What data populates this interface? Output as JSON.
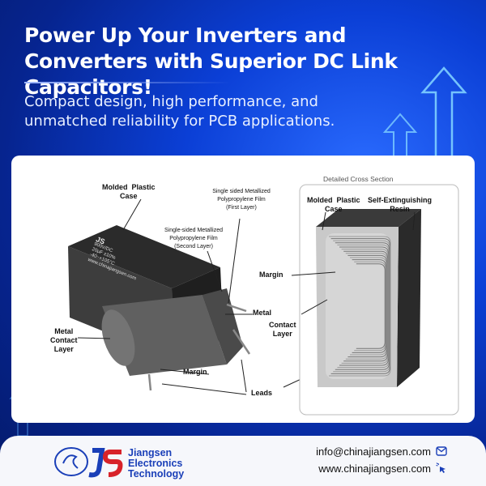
{
  "headline": "Power Up Your Inverters and Converters with Superior DC Link Capacitors!",
  "subheadline": "Compact design, high performance, and unmatched reliability for PCB applications.",
  "diagram": {
    "cross_section_title": "Detailed Cross Section",
    "labels": {
      "molded_case": "Molded  Plastic\nCase",
      "film_first": "Single sided Metallized\nPolypropylene Film\n(First Layer)",
      "film_second": "Single-sided Metallized\nPolypropylene Film\n(Second Layer)",
      "metal": "Metal",
      "metal_contact": "Metal\nContact\nLayer",
      "margin_left": "Margin",
      "leads": "Leads",
      "cs_molded_case": "Molded  Plastic\nCase",
      "cs_resin": "Self-Extinguishing\nResin",
      "cs_margin": "Margin",
      "cs_contact": "Contact\nLayer"
    },
    "capacitor_print": [
      "JS",
      "900V/DC",
      "20μF ±10%",
      "-40~+105°C",
      "www.chinajiangsen.com"
    ]
  },
  "footer": {
    "brand_line1": "Jiangsen",
    "brand_line2": "Electronics",
    "brand_line3": "Technology",
    "email": "info@chinajiangsen.com",
    "website": "www.chinajiangsen.com",
    "email_icon": "mail-icon",
    "web_icon": "cursor-click-icon"
  },
  "colors": {
    "brand_blue": "#1a3fb8",
    "accent_red": "#d8232a",
    "bg_blue": "#0b3fd6"
  }
}
